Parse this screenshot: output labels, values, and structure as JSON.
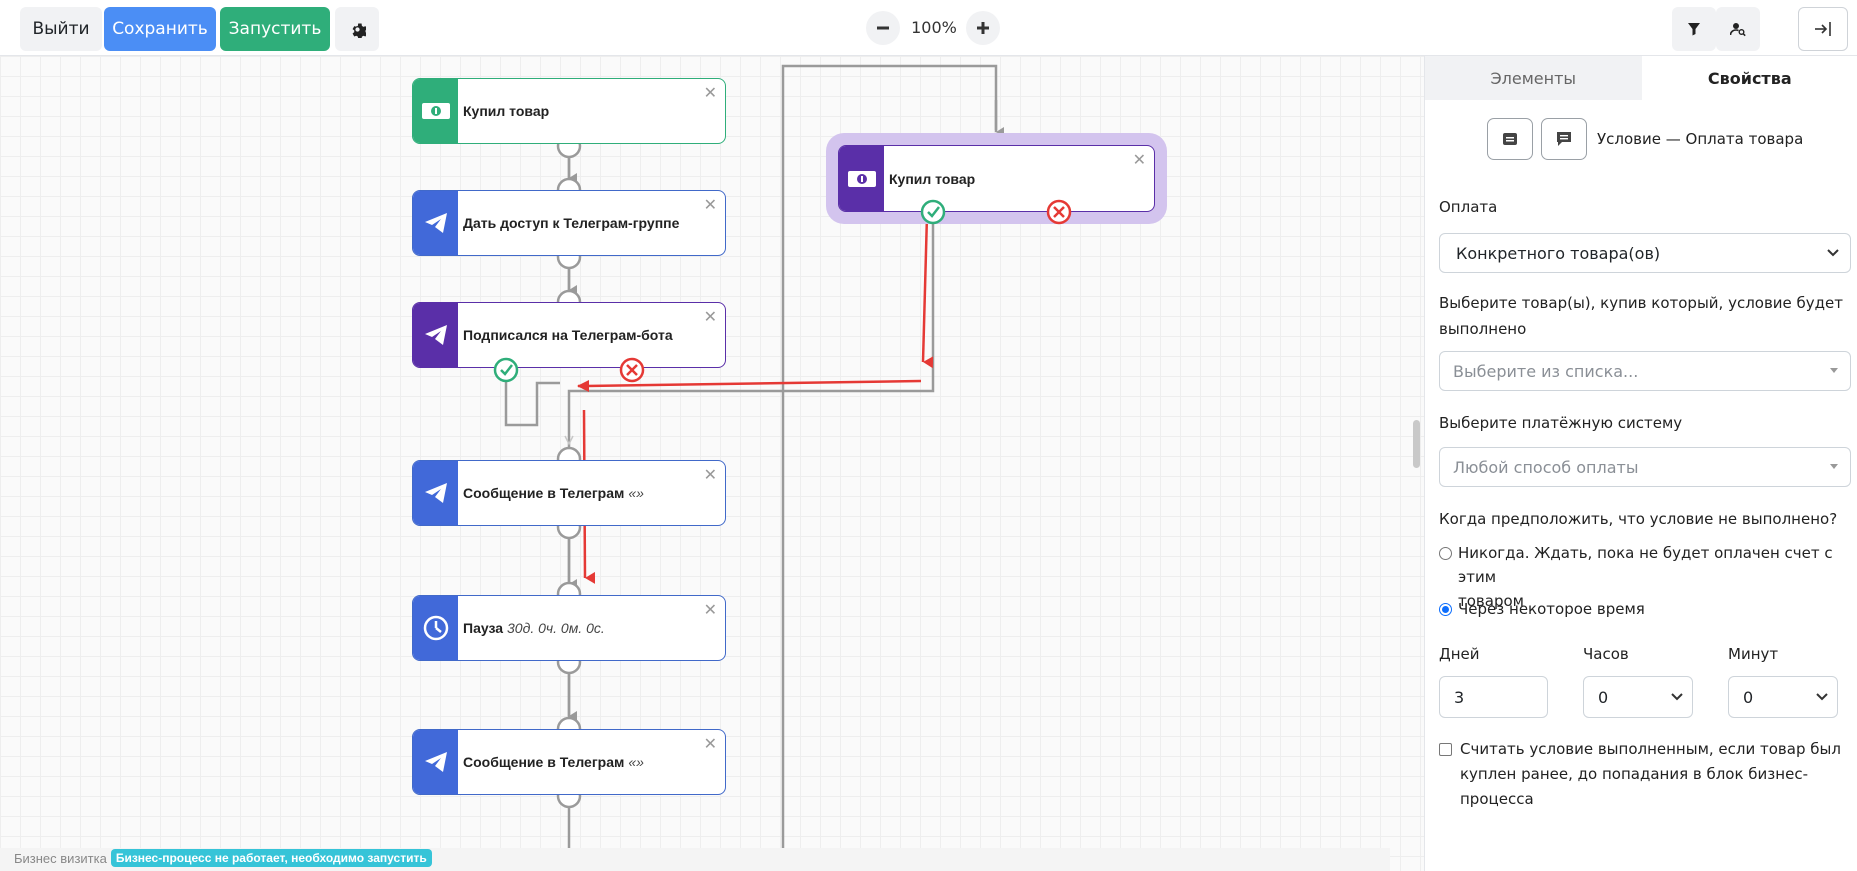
{
  "toolbar": {
    "exit_label": "Выйти",
    "save_label": "Сохранить",
    "run_label": "Запустить",
    "zoom_value": "100%"
  },
  "colors": {
    "save": "#4b8ef5",
    "run": "#2fae7a",
    "node_blue": "#4169d9",
    "node_green": "#2fae7a",
    "node_purple": "#5a2fa8",
    "highlight": "#d3c4ee",
    "arrow_red": "#e53935"
  },
  "nodes": [
    {
      "title": "Купил товар",
      "suffix": "",
      "icon": "money-icon"
    },
    {
      "title": "Дать доступ к Телеграм-группе",
      "suffix": "",
      "icon": "telegram-icon"
    },
    {
      "title": "Подписался на Телеграм-бота",
      "suffix": "",
      "icon": "telegram-icon"
    },
    {
      "title": "Сообщение в Телеграм",
      "suffix": "«»",
      "icon": "telegram-icon"
    },
    {
      "title": "Пауза",
      "suffix": "30д. 0ч. 0м. 0с.",
      "icon": "clock-icon"
    },
    {
      "title": "Сообщение в Телеграм",
      "suffix": "«»",
      "icon": "telegram-icon"
    },
    {
      "title": "Купил товар",
      "suffix": "",
      "icon": "money-icon"
    }
  ],
  "status": {
    "project": "Бизнес визитка",
    "badge": "Бизнес-процесс не работает, необходимо запустить"
  },
  "panel": {
    "tab_elements": "Элементы",
    "tab_properties": "Свойства",
    "header_title": "Условие — Оплата товара",
    "payment_label": "Оплата",
    "payment_value": "Конкретного товара(ов)",
    "products_label_1": "Выберите товар(ы), купив который, условие будет",
    "products_label_2": "выполнено",
    "products_placeholder": "Выберите из списка...",
    "paysystem_label": "Выберите платёжную систему",
    "paysystem_value": "Любой способ оплаты",
    "when_fail_label": "Когда предположить, что условие не выполнено?",
    "option_never_1": "Никогда. Ждать, пока не будет оплачен счет с этим",
    "option_never_2": "товаром",
    "option_after": "Через некоторое время",
    "days_label": "Дней",
    "hours_label": "Часов",
    "minutes_label": "Минут",
    "days_value": "3",
    "hours_value": "0",
    "minutes_value": "0",
    "checkbox_1": "Считать условие выполненным, если товар был",
    "checkbox_2": "куплен ранее, до попадания в блок бизнес-",
    "checkbox_3": "процесса"
  }
}
